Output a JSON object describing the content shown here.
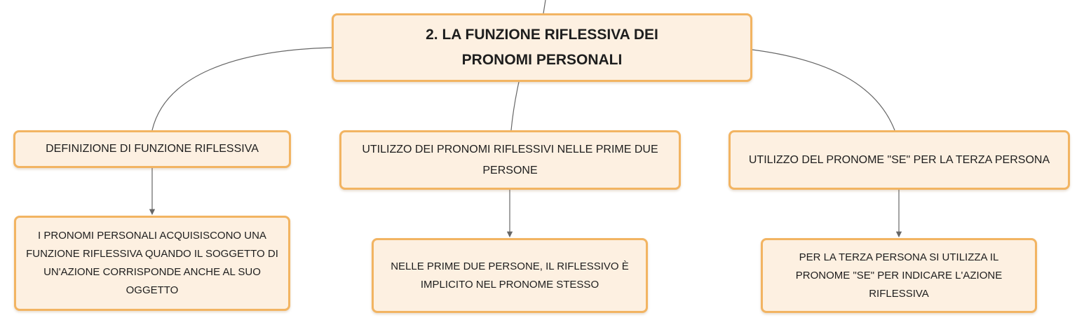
{
  "root": {
    "label": "2. LA FUNZIONE RIFLESSIVA DEI PRONOMI PERSONALI"
  },
  "branches": [
    {
      "title": "DEFINIZIONE DI FUNZIONE RIFLESSIVA",
      "detail": "I PRONOMI PERSONALI ACQUISISCONO UNA FUNZIONE RIFLESSIVA QUANDO IL SOGGETTO DI UN'AZIONE CORRISPONDE ANCHE AL SUO OGGETTO"
    },
    {
      "title": "UTILIZZO DEI PRONOMI RIFLESSIVI NELLE PRIME DUE PERSONE",
      "detail": "NELLE PRIME DUE PERSONE, IL RIFLESSIVO È IMPLICITO NEL PRONOME STESSO"
    },
    {
      "title": "UTILIZZO DEL PRONOME \"SE\" PER LA TERZA PERSONA",
      "detail": "PER LA TERZA PERSONA SI UTILIZZA IL PRONOME \"SE\" PER INDICARE L'AZIONE RIFLESSIVA"
    }
  ],
  "colors": {
    "node_fill": "#fdf0e1",
    "node_border": "#f2b462",
    "connector": "#666666",
    "text": "#1e1e1e"
  }
}
